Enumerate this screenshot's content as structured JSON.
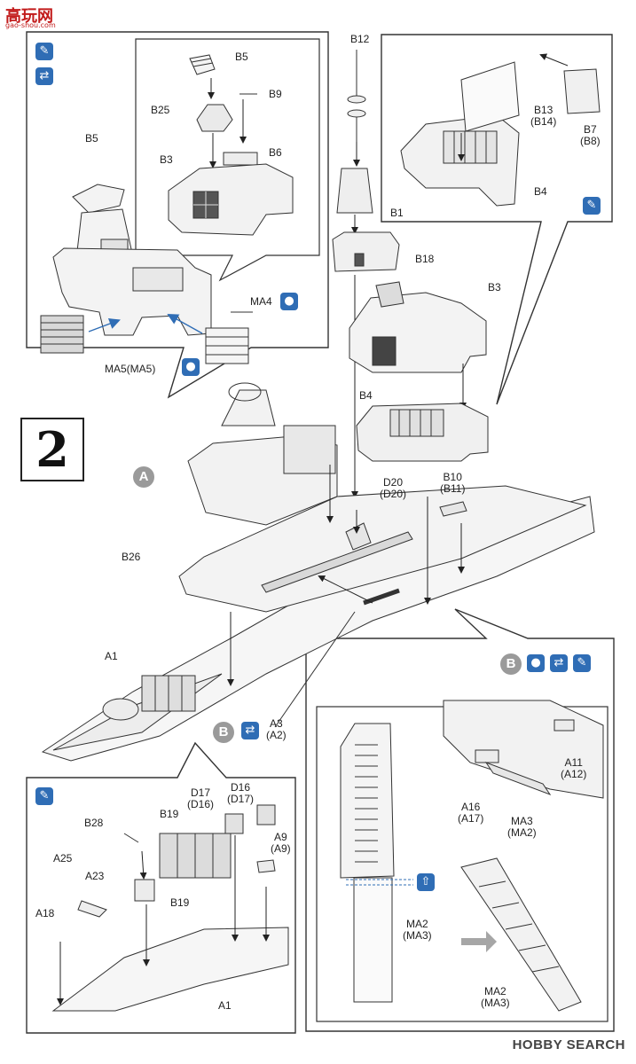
{
  "step_number": "2",
  "site_logo": {
    "chars": "高玩网",
    "url": "gao-shou.com"
  },
  "watermark": "HOBBY SEARCH",
  "callout_letters": {
    "a": "A",
    "b": "B"
  },
  "labels": {
    "b5_top": "B5",
    "b9": "B9",
    "b25": "B25",
    "b6": "B6",
    "b3_inset": "B3",
    "b5_left": "B5",
    "ma4": "MA4",
    "ma5": "MA5(MA5)",
    "b12": "B12",
    "b1": "B1",
    "b18": "B18",
    "b3_main": "B3",
    "b4_main": "B4",
    "b13": "B13",
    "b14": "(B14)",
    "b7": "B7",
    "b8": "(B8)",
    "b4_inset": "B4",
    "d20": "D20",
    "d20b": "(D20)",
    "b10": "B10",
    "b11": "(B11)",
    "b26": "B26",
    "a1_top": "A1",
    "a3": "A3",
    "a2": "(A2)",
    "b28": "B28",
    "b19_top": "B19",
    "d17": "D17",
    "d16b": "(D16)",
    "d16": "D16",
    "d17b": "(D17)",
    "a25": "A25",
    "a23": "A23",
    "a9": "A9",
    "a9b": "(A9)",
    "a18": "A18",
    "b19_low": "B19",
    "a1_low": "A1",
    "a11": "A11",
    "a12": "(A12)",
    "a16": "A16",
    "a17": "(A17)",
    "ma3": "MA3",
    "ma2b": "(MA2)",
    "ma2_left": "MA2",
    "ma3_left": "(MA3)",
    "ma2_right": "MA2",
    "ma3_right": "(MA3)"
  },
  "icons": {
    "glue": "glue-icon",
    "paint_drop": "paint-drop-icon",
    "both_sides": "both-sides-icon",
    "align": "align-up-icon"
  }
}
